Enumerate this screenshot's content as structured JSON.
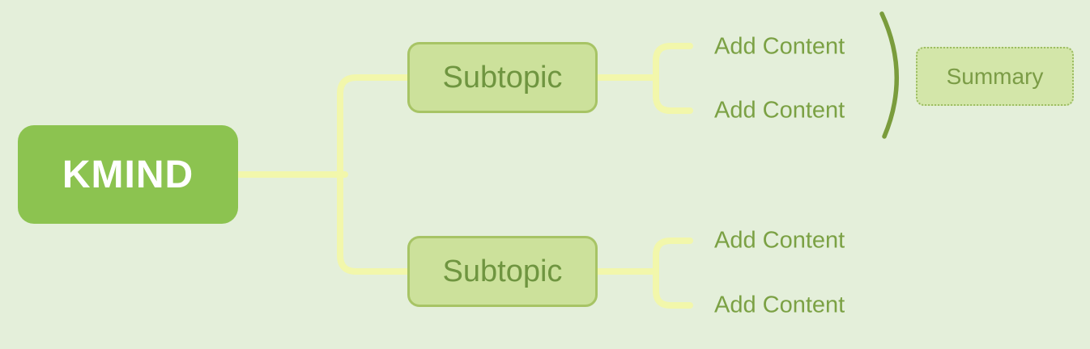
{
  "mindmap": {
    "root": {
      "label": "KMIND"
    },
    "branches": [
      {
        "label": "Subtopic",
        "children": [
          {
            "label": "Add Content"
          },
          {
            "label": "Add Content"
          }
        ]
      },
      {
        "label": "Subtopic",
        "children": [
          {
            "label": "Add Content"
          },
          {
            "label": "Add Content"
          }
        ]
      }
    ],
    "summary": {
      "label": "Summary"
    }
  },
  "colors": {
    "background": "#e4efda",
    "root_fill": "#8cc350",
    "root_text": "#ffffff",
    "subtopic_fill": "#cce19b",
    "subtopic_border": "#a7c465",
    "subtopic_text": "#6f9540",
    "connector": "#f2f7ab",
    "placeholder_text": "#7ba144",
    "summary_fill": "#d3e6a9",
    "summary_border": "#9cbd62",
    "summary_text": "#7b9c46",
    "summary_brace": "#7a9c3c"
  }
}
